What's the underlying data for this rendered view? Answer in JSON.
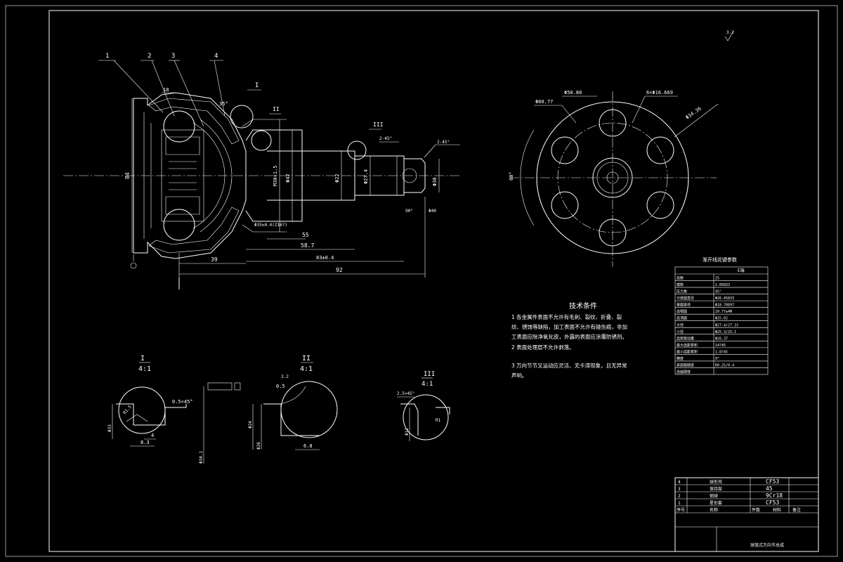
{
  "surface_mark": "3.2",
  "main_view": {
    "callouts": [
      "1",
      "2",
      "3",
      "4"
    ],
    "detail_marks": [
      "I",
      "II",
      "III"
    ],
    "dims": {
      "d_top": "18",
      "angle_35": "35°",
      "d_84": "84",
      "d_39": "39",
      "d_55": "55",
      "d_58_7": "58.7",
      "d_83": "83±0.4",
      "d_92": "92",
      "d_m30": "M30×1.5",
      "d_22": "Φ22",
      "d_27_4": "Φ27.4",
      "d_35": "Φ35±0.4(Z16?)",
      "d_chamfer1": "2-45°",
      "d_chamfer2": "2-45°",
      "d_spline": "Φ30",
      "d_angle90": "90°",
      "d_40": "Φ40"
    }
  },
  "side_view": {
    "d1": "Φ50.80",
    "d2": "6×Φ16.669",
    "d3": "Φ60.77",
    "d4": "Φ34.36",
    "angle": "60°"
  },
  "tech": {
    "title": "技术条件",
    "items": [
      "1  各金属件表面不允许有毛刺、裂纹、折叠、裂纹、锈蚀等缺陷，加工表面不允许有碰伤痕，非加工表面应除净氧化皮，外露的表面应涂覆防锈剂。",
      "2  表面处理层不允许剥落。",
      "3  万向节节叉运动应灵活、无卡滞现象，且无异常声响。"
    ]
  },
  "params": {
    "title": "渐开线花键参数",
    "head": "E端",
    "rows": [
      [
        "齿数",
        "25"
      ],
      [
        "模数",
        "1.05833"
      ],
      [
        "压力角",
        "45°"
      ],
      [
        "分度圆直径",
        "Φ26.45833"
      ],
      [
        "基圆直径",
        "Φ18.70897"
      ],
      [
        "齿根圆",
        "29.77±4M"
      ],
      [
        "齿顶圆",
        "Φ25.02"
      ],
      [
        "大径",
        "Φ27.4/27.15"
      ],
      [
        "小径",
        "Φ25.3/25.1"
      ],
      [
        "齿厚跳动量",
        "Φ26.37"
      ],
      [
        "最大齿距累积",
        "14?45"
      ],
      [
        "最小齿距累积",
        "1.8?45"
      ],
      [
        "精度",
        "0°"
      ],
      [
        "表面粗糙度",
        "R0.25/0.4"
      ],
      [
        "齿面硬度",
        "-"
      ]
    ]
  },
  "details": {
    "I": {
      "label": "I",
      "scale": "4:1",
      "dims": [
        "0.5×45°",
        "4",
        "8.3",
        "R1.5",
        "Φ33",
        "Φ34.1"
      ]
    },
    "II": {
      "label": "II",
      "scale": "4:1",
      "dims": [
        "0.5",
        "Φ24",
        "Φ26",
        "6.8",
        "3.2"
      ]
    },
    "III": {
      "label": "III",
      "scale": "4:1",
      "dims": [
        "2.5×45°",
        "R1",
        "Φ12"
      ]
    }
  },
  "bom": {
    "rows": [
      [
        "4",
        "球形壳",
        "CF53"
      ],
      [
        "3",
        "保持架",
        "45"
      ],
      [
        "2",
        "钢球",
        "9Cr18"
      ],
      [
        "1",
        "星形套",
        "CF53"
      ]
    ],
    "header": [
      "序号",
      "名称",
      "材料",
      "备注"
    ],
    "note_label": "件数",
    "footer": "球笼式万向节总成"
  }
}
